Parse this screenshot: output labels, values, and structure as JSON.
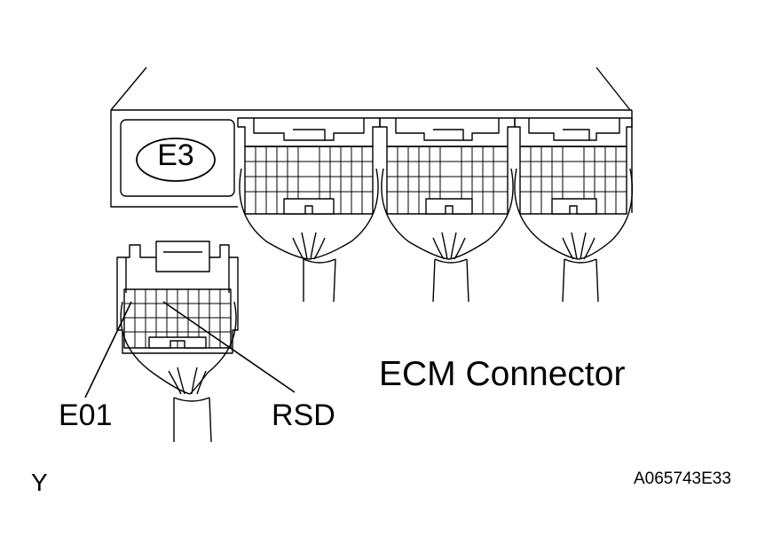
{
  "diagram": {
    "connector_code": "E3",
    "title": "ECM Connector",
    "pins": [
      {
        "label": "E01"
      },
      {
        "label": "RSD"
      }
    ],
    "figure_mark": "Y",
    "figure_code": "A065743E33"
  }
}
